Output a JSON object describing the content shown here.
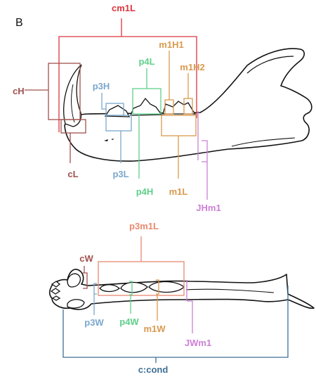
{
  "panel_letter": "B",
  "colors": {
    "canine": "#a0524f",
    "cm1": "#d9363e",
    "p3": "#7aa7cc",
    "p4": "#5fcf8a",
    "m1": "#d99a4e",
    "jaw": "#cc80d6",
    "p3m1": "#e8896f",
    "cond": "#3d6f96",
    "outline": "#111111"
  },
  "lateral_view": {
    "labels": {
      "cm1L": "cm1L",
      "cH": "cH",
      "cL": "cL",
      "p3H": "p3H",
      "p3L": "p3L",
      "p4L": "p4L",
      "p4H": "p4H",
      "m1H1": "m1H1",
      "m1H2": "m1H2",
      "m1L": "m1L",
      "JHm1": "JHm1"
    }
  },
  "occlusal_view": {
    "labels": {
      "p3m1L": "p3m1L",
      "cW": "cW",
      "p3W": "p3W",
      "p4W": "p4W",
      "m1W": "m1W",
      "JWm1": "JWm1",
      "ccond": "c:cond"
    }
  }
}
